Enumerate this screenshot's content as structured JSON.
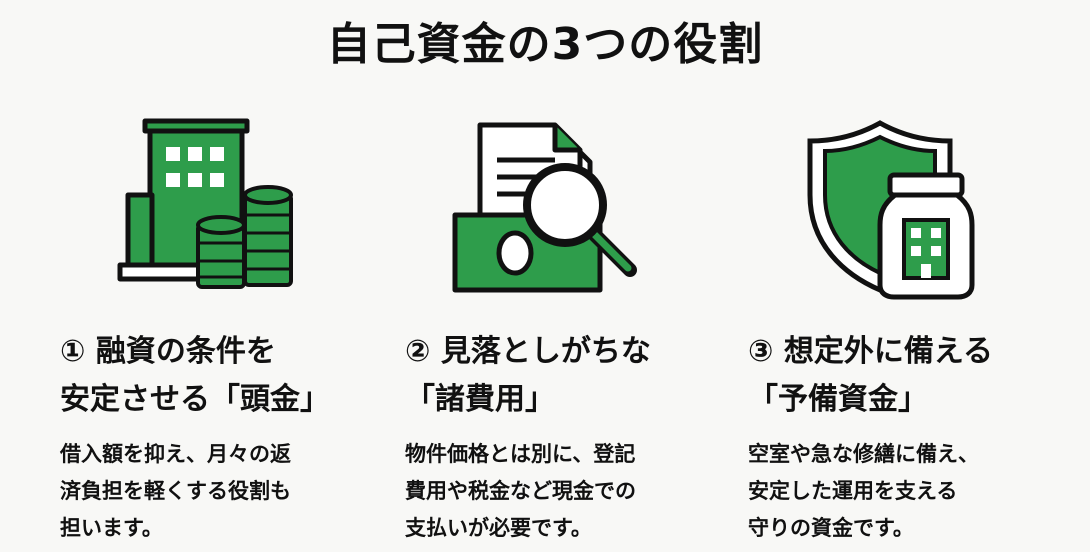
{
  "title": "自己資金の3つの役割",
  "colors": {
    "accent": "#2e9d4b",
    "outline": "#111111",
    "background": "#f8f8f6"
  },
  "cards": [
    {
      "icon": "building-coins-icon",
      "heading": [
        "① 融資の条件を",
        "安定させる「頭金」"
      ],
      "body": [
        "借入額を抑え、月々の返",
        "済負担を軽くする役割も",
        "担います。"
      ]
    },
    {
      "icon": "document-money-magnifier-icon",
      "heading": [
        "② 見落としがちな",
        "「諸費用」"
      ],
      "body": [
        "物件価格とは別に、登記",
        "費用や税金など現金での",
        "支払いが必要です。"
      ]
    },
    {
      "icon": "shield-jar-icon",
      "heading": [
        "③ 想定外に備える",
        "「予備資金」"
      ],
      "body": [
        "空室や急な修繕に備え、",
        "安定した運用を支える",
        "守りの資金です。"
      ]
    }
  ]
}
